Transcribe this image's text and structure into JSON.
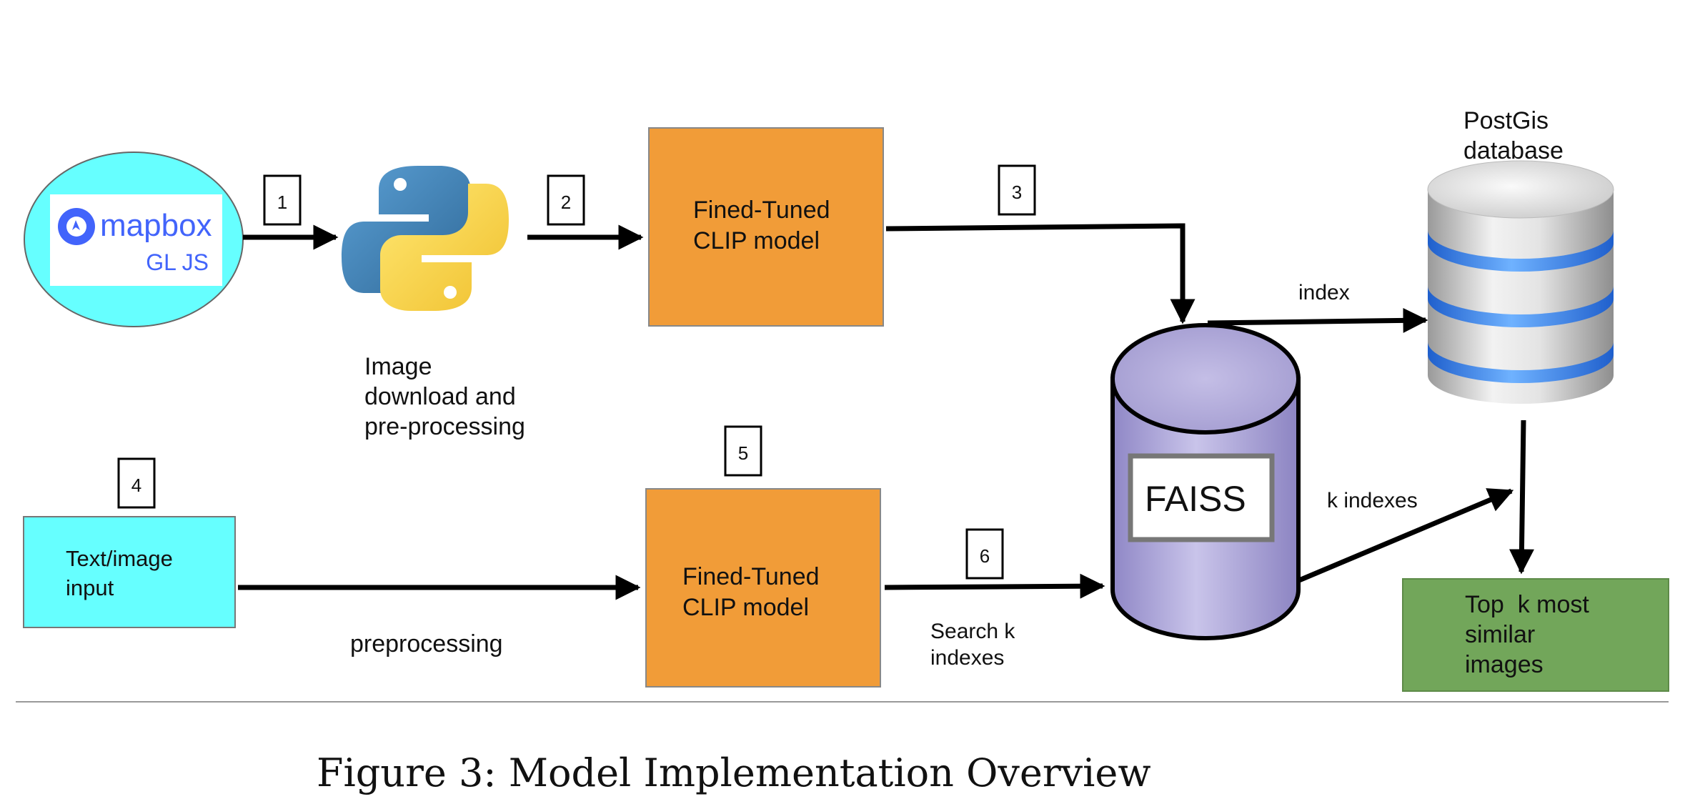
{
  "logo": {
    "brand": "mapbox",
    "sub": "GL JS"
  },
  "steps": [
    "1",
    "2",
    "3",
    "4",
    "5",
    "6"
  ],
  "labels": {
    "image_step": [
      "Image",
      "download and",
      "pre-processing"
    ],
    "preprocessing": "preprocessing",
    "index": "index",
    "k_indexes": "k indexes",
    "search": [
      "Search k",
      "indexes"
    ],
    "postgis": [
      "PostGis",
      "database"
    ]
  },
  "boxes": {
    "clip_top": [
      "Fined-Tuned",
      "CLIP model"
    ],
    "clip_bottom": [
      "Fined-Tuned",
      "CLIP model"
    ],
    "text_input": [
      "Text/image",
      "input"
    ],
    "faiss": "FAISS",
    "result": [
      "Top  k most",
      "similar",
      "images"
    ]
  },
  "caption": "Figure 3: Model Implementation Overview",
  "colors": {
    "cyan": "#66FFFF",
    "orange": "#F19C38",
    "green": "#72A65A",
    "faiss_purple": "#A8A2D4",
    "db_blue": "#3A8CF5",
    "python_blue": "#3E74AC",
    "python_yellow": "#F6CF47",
    "mapbox_blue": "#4264FB"
  }
}
